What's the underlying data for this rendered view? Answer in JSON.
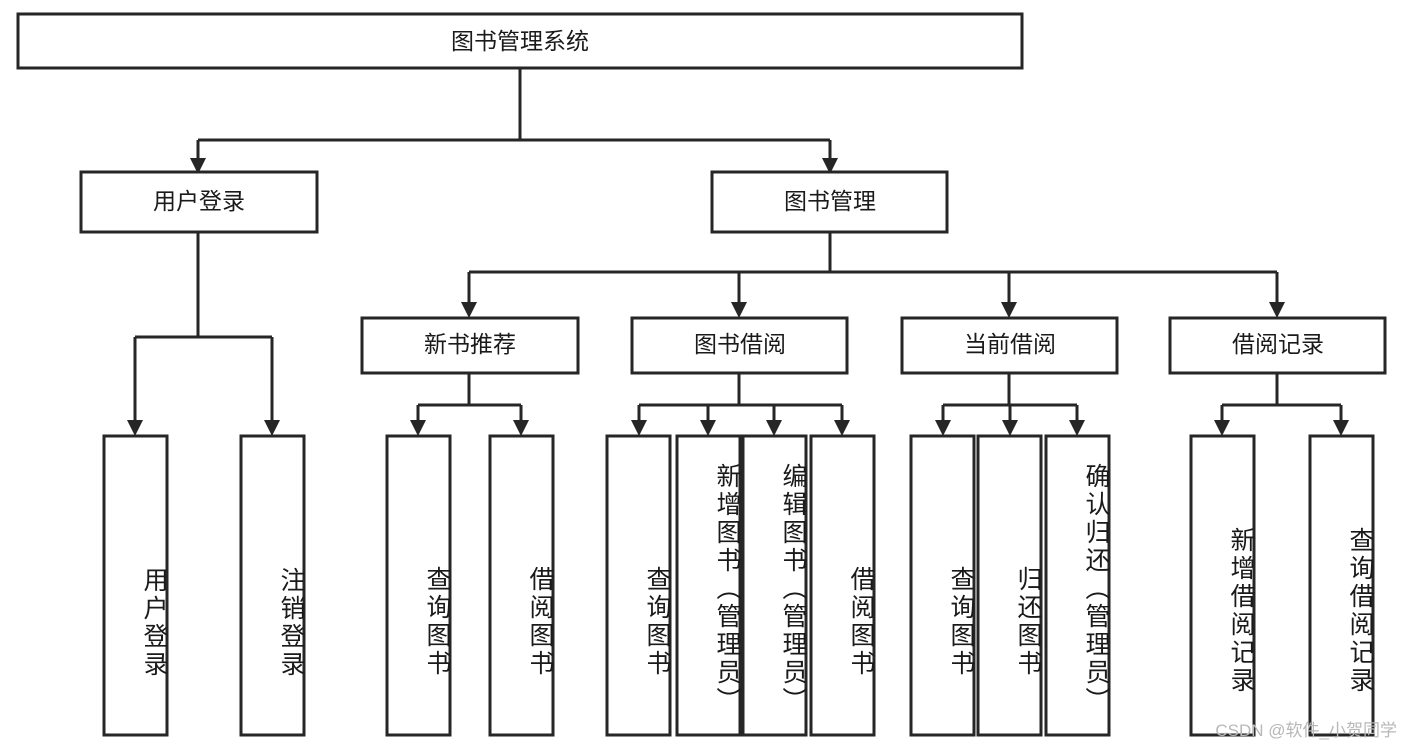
{
  "diagram": {
    "type": "tree",
    "title": "图书管理系统",
    "root": {
      "label": "图书管理系统"
    },
    "level2": [
      {
        "label": "用户登录"
      },
      {
        "label": "图书管理"
      }
    ],
    "level3": [
      {
        "label": "新书推荐"
      },
      {
        "label": "图书借阅"
      },
      {
        "label": "当前借阅"
      },
      {
        "label": "借阅记录"
      }
    ],
    "leaves": {
      "user_login": [
        {
          "label": "用户登录"
        },
        {
          "label": "注销登录"
        }
      ],
      "new_book_recommend": [
        {
          "label": "查询图书"
        },
        {
          "label": "借阅图书"
        }
      ],
      "book_borrow": [
        {
          "label": "查询图书"
        },
        {
          "label": "新增图书（管理员）"
        },
        {
          "label": "编辑图书（管理员）"
        },
        {
          "label": "借阅图书"
        }
      ],
      "current_borrow": [
        {
          "label": "查询图书"
        },
        {
          "label": "归还图书"
        },
        {
          "label": "确认归还（管理员）"
        }
      ],
      "borrow_record": [
        {
          "label": "新增借阅记录"
        },
        {
          "label": "查询借阅记录"
        }
      ]
    }
  },
  "watermark": {
    "text": "CSDN @软件_小贺同学"
  },
  "colors": {
    "stroke": "#262626",
    "box_fill": "#ffffff",
    "text": "#1a1a1a",
    "watermark": "#b8b8b8",
    "background": "#ffffff"
  }
}
